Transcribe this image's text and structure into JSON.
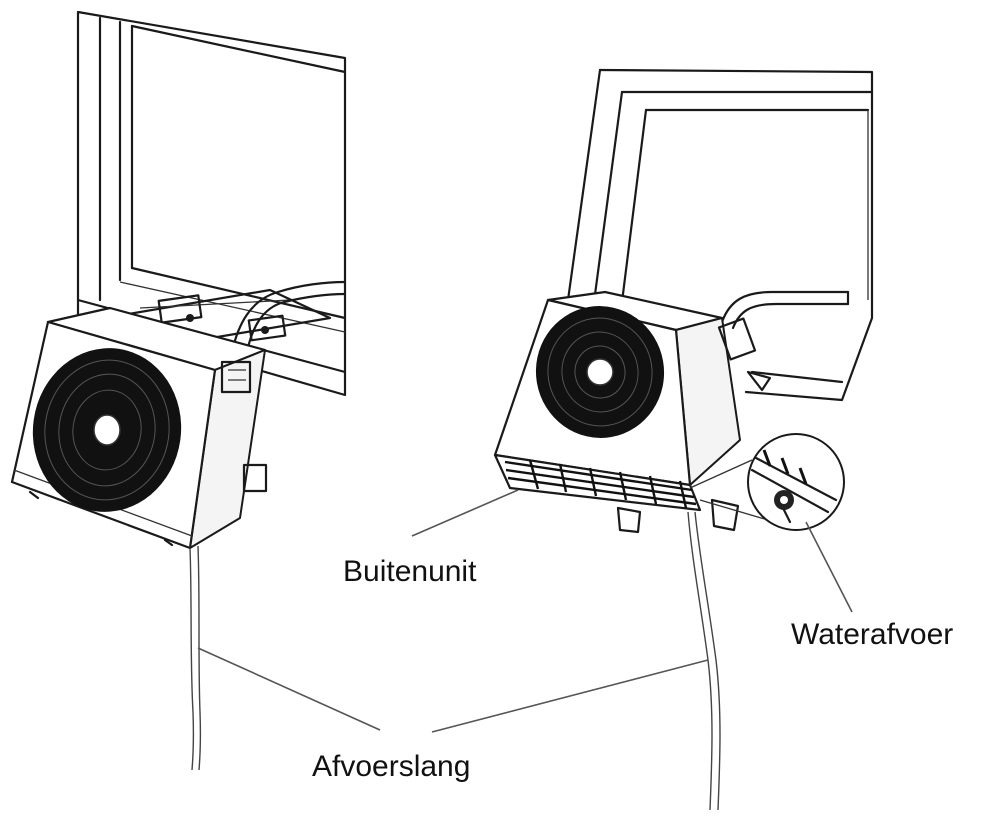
{
  "labels": {
    "outdoor_unit": "Buitenunit",
    "water_drain": "Waterafvoer",
    "drain_hose": "Afvoerslang"
  },
  "colors": {
    "line": "#1a1a1a",
    "fan": "#111111",
    "background": "#ffffff"
  }
}
